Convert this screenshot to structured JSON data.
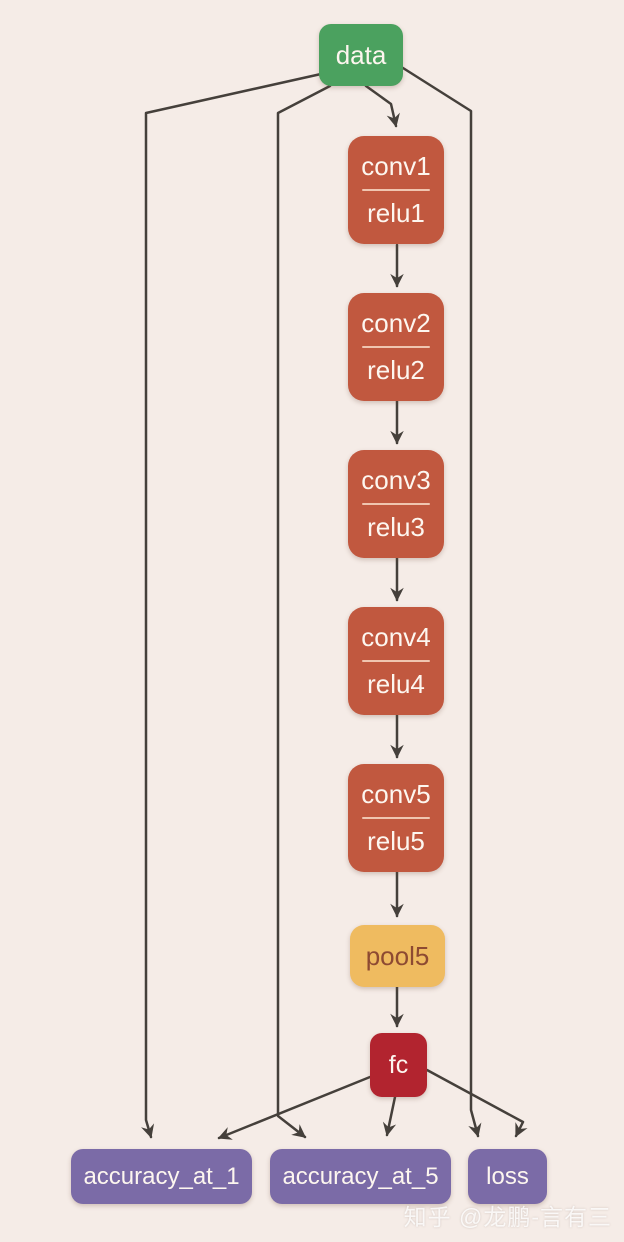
{
  "diagram": {
    "type": "neural-network-graph",
    "nodes": {
      "data": {
        "label": "data",
        "role": "input",
        "color": "#4ba15f"
      },
      "conv1": {
        "top": "conv1",
        "bottom": "relu1",
        "color": "#c1583f"
      },
      "conv2": {
        "top": "conv2",
        "bottom": "relu2",
        "color": "#c1583f"
      },
      "conv3": {
        "top": "conv3",
        "bottom": "relu3",
        "color": "#c1583f"
      },
      "conv4": {
        "top": "conv4",
        "bottom": "relu4",
        "color": "#c1583f"
      },
      "conv5": {
        "top": "conv5",
        "bottom": "relu5",
        "color": "#c1583f"
      },
      "pool5": {
        "label": "pool5",
        "color": "#efbb60"
      },
      "fc": {
        "label": "fc",
        "color": "#b2242f"
      },
      "accuracy_at_1": {
        "label": "accuracy_at_1",
        "color": "#7b6ba7"
      },
      "accuracy_at_5": {
        "label": "accuracy_at_5",
        "color": "#7b6ba7"
      },
      "loss": {
        "label": "loss",
        "color": "#7b6ba7"
      }
    },
    "edges": [
      {
        "from": "data",
        "to": "conv1"
      },
      {
        "from": "data",
        "to": "accuracy_at_1"
      },
      {
        "from": "data",
        "to": "accuracy_at_5"
      },
      {
        "from": "data",
        "to": "loss"
      },
      {
        "from": "conv1",
        "to": "conv2"
      },
      {
        "from": "conv2",
        "to": "conv3"
      },
      {
        "from": "conv3",
        "to": "conv4"
      },
      {
        "from": "conv4",
        "to": "conv5"
      },
      {
        "from": "conv5",
        "to": "pool5"
      },
      {
        "from": "pool5",
        "to": "fc"
      },
      {
        "from": "fc",
        "to": "accuracy_at_1"
      },
      {
        "from": "fc",
        "to": "accuracy_at_5"
      },
      {
        "from": "fc",
        "to": "loss"
      }
    ],
    "colors": {
      "background": "#f5ece7",
      "edge": "#45403b",
      "conv_divider": "#f3ddcb",
      "pool_text": "#8d4a32",
      "node_text": "#fdf6ef"
    }
  },
  "watermark": {
    "text": "知乎 @龙鹏-言有三"
  }
}
